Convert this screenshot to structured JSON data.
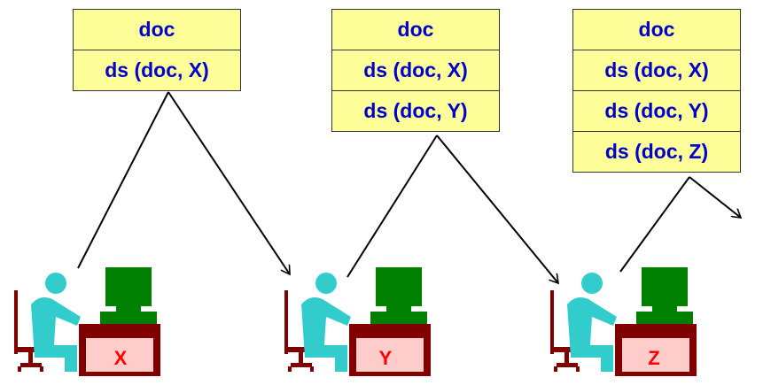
{
  "stacks": [
    {
      "rows": [
        "doc",
        "ds (doc, X)"
      ]
    },
    {
      "rows": [
        "doc",
        "ds (doc, X)",
        "ds (doc, Y)"
      ]
    },
    {
      "rows": [
        "doc",
        "ds (doc, X)",
        "ds (doc, Y)",
        "ds (doc, Z)"
      ]
    }
  ],
  "workstations": [
    {
      "label": "X"
    },
    {
      "label": "Y"
    },
    {
      "label": "Z"
    }
  ],
  "colors": {
    "box_fill": "#ffff99",
    "box_text": "#0000cc",
    "person": "#33cccc",
    "monitor": "#008000",
    "desk": "#800000",
    "desk_panel": "#ffcccc",
    "label_text": "#ff0000"
  },
  "icons": [
    "person-at-computer-icon",
    "arrow-icon"
  ]
}
